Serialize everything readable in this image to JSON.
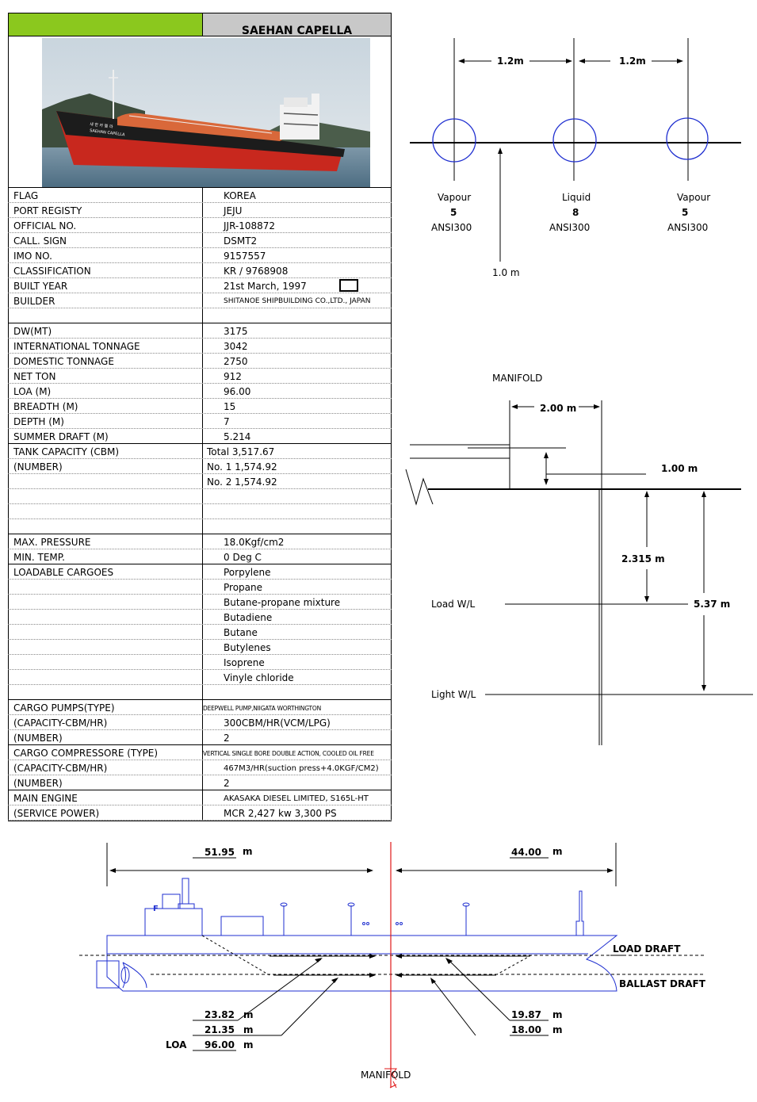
{
  "ship_name": "SAEHAN CAPELLA",
  "photo": {
    "hull_lettering_1": "새 한 카 펠 라",
    "hull_lettering_2": "SAEHAN CAPELLA"
  },
  "specs": [
    {
      "label": "FLAG",
      "value": "KOREA"
    },
    {
      "label": "PORT REGISTY",
      "value": "JEJU"
    },
    {
      "label": "OFFICIAL NO.",
      "value": "JJR-108872"
    },
    {
      "label": "CALL. SIGN",
      "value": "DSMT2"
    },
    {
      "label": "IMO NO.",
      "value": "9157557"
    },
    {
      "label": "CLASSIFICATION",
      "value": "KR / 9768908"
    },
    {
      "label": "BUILT YEAR",
      "value": "21st March, 1997"
    },
    {
      "label": "BUILDER",
      "value": "SHITANOE SHIPBUILDING CO.,LTD., JAPAN"
    },
    {
      "label": "",
      "value": ""
    },
    {
      "label": "DW(MT)",
      "value": "3175"
    },
    {
      "label": "INTERNATIONAL TONNAGE",
      "value": "3042"
    },
    {
      "label": "DOMESTIC TONNAGE",
      "value": "2750"
    },
    {
      "label": "NET TON",
      "value": "912"
    },
    {
      "label": "LOA (M)",
      "value": "96.00"
    },
    {
      "label": "BREADTH (M)",
      "value": "15"
    },
    {
      "label": "DEPTH (M)",
      "value": "7"
    },
    {
      "label": "SUMMER DRAFT (M)",
      "value": "5.214"
    },
    {
      "label": "TANK CAPACITY (CBM)",
      "value": "Total   3,517.67"
    },
    {
      "label": "(NUMBER)",
      "value": "No. 1   1,574.92"
    },
    {
      "label": "",
      "value": "No. 2   1,574.92"
    },
    {
      "label": "",
      "value": ""
    },
    {
      "label": "",
      "value": ""
    },
    {
      "label": "",
      "value": ""
    },
    {
      "label": "MAX. PRESSURE",
      "value": "18.0Kgf/cm2"
    },
    {
      "label": "MIN. TEMP.",
      "value": "0 Deg C"
    },
    {
      "label": "LOADABLE CARGOES",
      "value": "Porpylene"
    },
    {
      "label": "",
      "value": "Propane"
    },
    {
      "label": "",
      "value": "Butane-propane mixture"
    },
    {
      "label": "",
      "value": "Butadiene"
    },
    {
      "label": "",
      "value": "Butane"
    },
    {
      "label": "",
      "value": "Butylenes"
    },
    {
      "label": "",
      "value": "Isoprene"
    },
    {
      "label": "",
      "value": "Vinyle chloride"
    },
    {
      "label": "",
      "value": ""
    },
    {
      "label": "CARGO PUMPS(TYPE)",
      "value": "DEEPWELL PUMP,NIIGATA WORTHINGTON"
    },
    {
      "label": "(CAPACITY-CBM/HR)",
      "value": "300CBM/HR(VCM/LPG)"
    },
    {
      "label": "(NUMBER)",
      "value": "2"
    },
    {
      "label": "CARGO COMPRESSORE (TYPE)",
      "value": "VERTICAL SINGLE BORE DOUBLE ACTION, COOLED OIL FREE"
    },
    {
      "label": "(CAPACITY-CBM/HR)",
      "value": "467M3/HR(suction press+4.0KGF/CM2)"
    },
    {
      "label": "(NUMBER)",
      "value": "2"
    },
    {
      "label": "MAIN ENGINE",
      "value": "AKASAKA DIESEL LIMITED, S165L-HT"
    },
    {
      "label": "(SERVICE POWER)",
      "value": "MCR 2,427 kw 3,300 PS"
    }
  ],
  "flange_diagram": {
    "spacing_1": "1.2m",
    "spacing_2": "1.2m",
    "flanges": [
      {
        "type": "Vapour",
        "size": "5",
        "rating": "ANSI300"
      },
      {
        "type": "Liquid",
        "size": "8",
        "rating": "ANSI300"
      },
      {
        "type": "Vapour",
        "size": "5",
        "rating": "ANSI300"
      }
    ],
    "height": "1.0 m"
  },
  "manifold_diagram": {
    "title": "MANIFOLD",
    "outboard": "2.00  m",
    "height_above_deck": "1.00   m",
    "deck_to_load_wl": "2.315  m",
    "deck_to_light_wl": "5.37  m",
    "load_wl": "Load W/L",
    "light_wl": "Light W/L"
  },
  "profile_diagram": {
    "aft_length": "51.95",
    "fwd_length": "44.00",
    "unit": "m",
    "load_draft": "LOAD DRAFT",
    "ballast_draft": "BALLAST DRAFT",
    "aft_load": "23.82",
    "aft_ballast": "21.35",
    "fwd_load": "19.87",
    "fwd_ballast": "18.00",
    "loa_label": "LOA",
    "loa": "96.00",
    "manifold": "MANIFOLD",
    "funnel_mark": "F"
  }
}
